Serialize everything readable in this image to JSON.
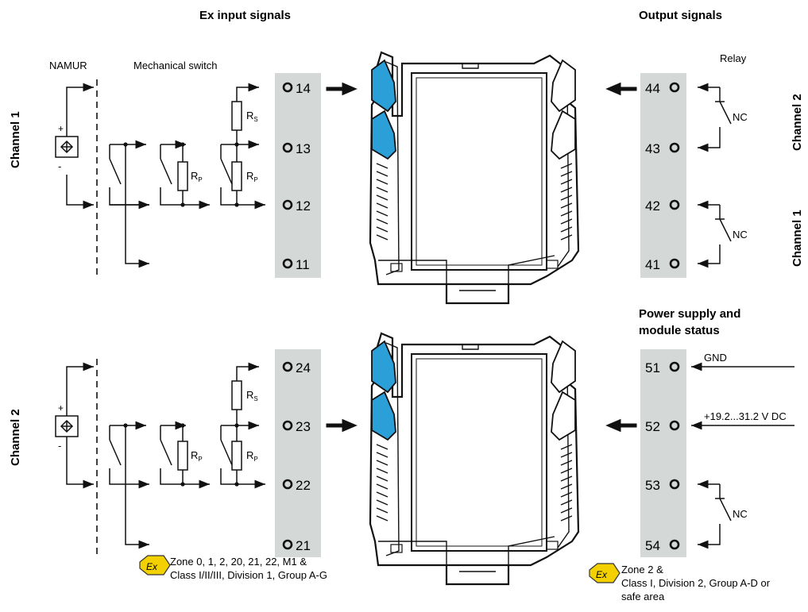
{
  "headers": {
    "ex_input": "Ex input signals",
    "output": "Output signals",
    "power": [
      "Power supply and",
      "module status"
    ]
  },
  "labels": {
    "namur": "NAMUR",
    "mechanical": "Mechanical switch",
    "relay": "Relay",
    "channel1_left": "Channel 1",
    "channel2_left": "Channel 2",
    "channel2_right": "Channel 2",
    "channel1_right": "Channel 1",
    "gnd": "GND",
    "vdc": "+19.2...31.2 V DC",
    "nc": "NC",
    "r": "R",
    "sub_s": "S",
    "sub_p": "P",
    "plus": "+",
    "minus": "-"
  },
  "terminals": {
    "top_left": [
      "14",
      "13",
      "12",
      "11"
    ],
    "bottom_left": [
      "24",
      "23",
      "22",
      "21"
    ],
    "top_right": [
      "44",
      "43",
      "42",
      "41"
    ],
    "bottom_right": [
      "51",
      "52",
      "53",
      "54"
    ]
  },
  "notes": {
    "ex_left": [
      "Zone 0, 1, 2, 20, 21, 22, M1 &",
      "Class I/II/III, Division 1, Group A-G"
    ],
    "ex_right": [
      "Zone 2 &",
      "Class I, Division 2, Group A-D or",
      "safe area"
    ],
    "ex_symbol": "Ex"
  },
  "colors": {
    "strip": "#d4d8d6",
    "blue": "#2a9fd8",
    "ex_yellow": "#f3d100",
    "line": "#111111"
  }
}
